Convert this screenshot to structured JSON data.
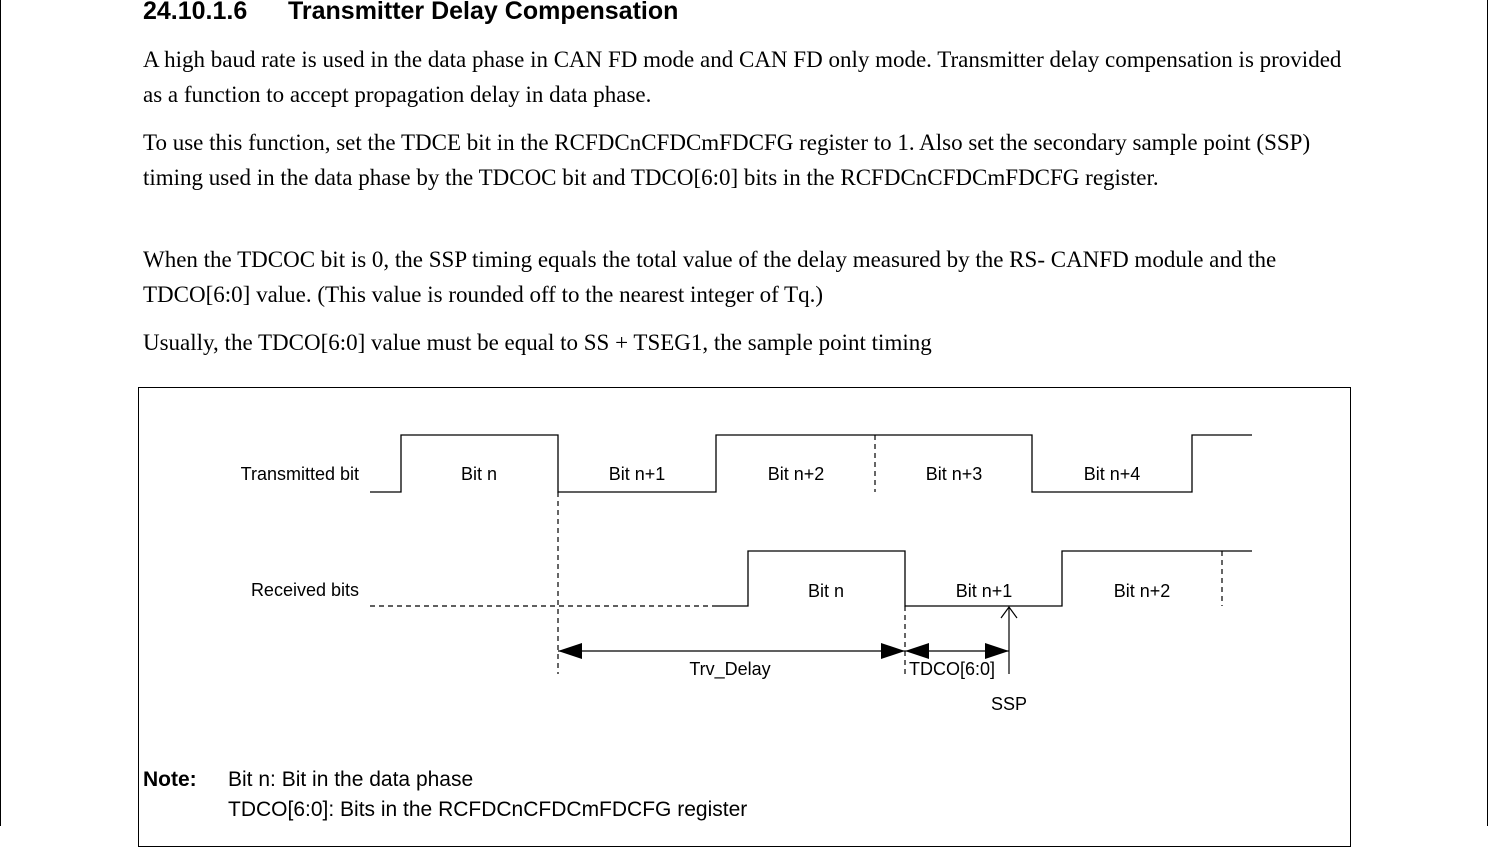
{
  "section": {
    "number": "24.10.1.6",
    "title": "Transmitter Delay Compensation"
  },
  "paragraphs": [
    "A high baud rate is used in the data phase in CAN FD mode and CAN FD only mode. Transmitter delay compensation is provided as a function to accept propagation delay in data phase.",
    "To use this function, set the TDCE bit in the RCFDCnCFDCmFDCFG register to 1. Also set the secondary sample point (SSP) timing used in the data phase by the TDCOC bit and TDCO[6:0] bits in the RCFDCnCFDCmFDCFG register.",
    "When the TDCOC bit is 0, the SSP timing equals the total value of the delay measured by the RS- CANFD module and the TDCO[6:0] value. (This value is rounded off to the nearest integer of Tq.)",
    "Usually, the TDCO[6:0] value must be equal to SS + TSEG1, the sample point timing"
  ],
  "figure": {
    "transmitted_label": "Transmitted bit",
    "received_label": "Received bits",
    "transmitted_bits": [
      "Bit n",
      "Bit n+1",
      "Bit n+2",
      "Bit n+3",
      "Bit n+4"
    ],
    "received_bits": [
      "Bit n",
      "Bit n+1",
      "Bit n+2"
    ],
    "trv_delay_label": "Trv_Delay",
    "tdco_label": "TDCO[6:0]",
    "ssp_label": "SSP"
  },
  "note": {
    "label": "Note:",
    "lines": [
      "Bit n: Bit in the data phase",
      "TDCO[6:0]: Bits in the RCFDCnCFDCmFDCFG register"
    ]
  }
}
